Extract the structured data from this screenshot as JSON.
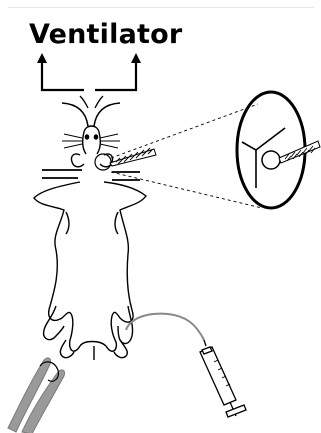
{
  "diagram": {
    "title": "Ventilator",
    "colors": {
      "ink": "#000000",
      "background": "#ffffff",
      "catheter": "#888888",
      "clamp_fill": "#9a9a9a",
      "clamp_stroke": "#7a7a7a"
    },
    "icons": [
      "ventilator-arrows",
      "mouse-body",
      "heart-needle",
      "magnified-heart",
      "catheter-tube",
      "syringe",
      "forceps"
    ]
  }
}
